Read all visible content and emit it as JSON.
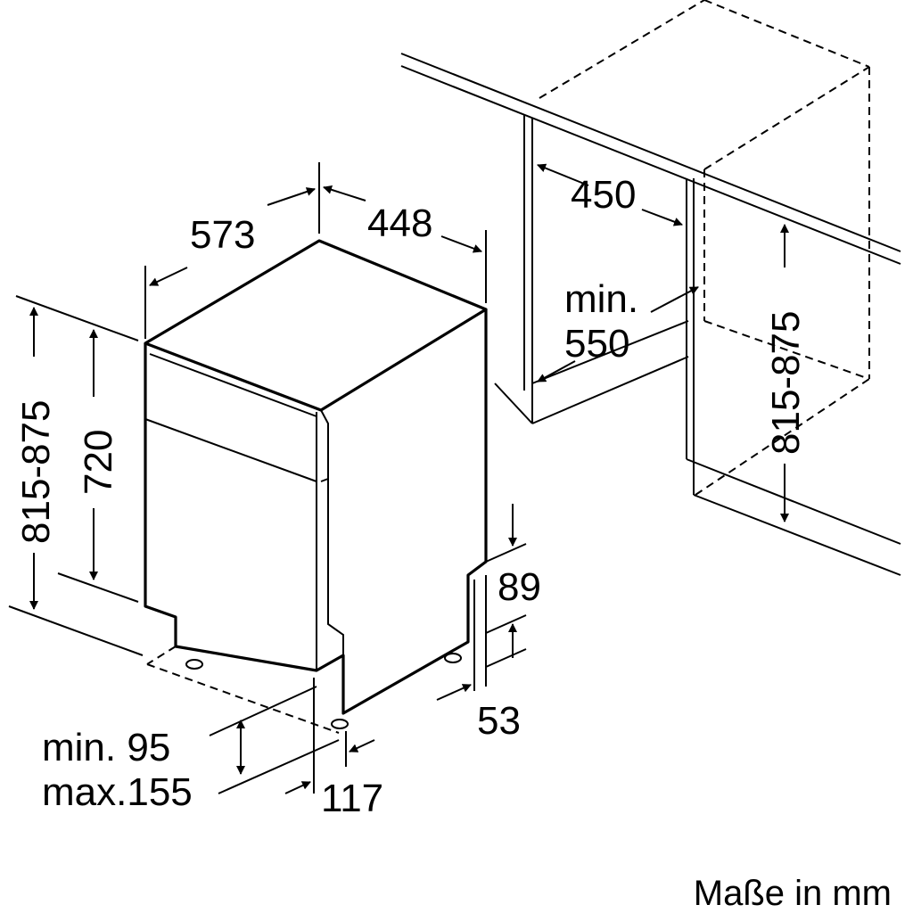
{
  "dimensions": {
    "depth": "573",
    "width": "448",
    "height_total": "815-875",
    "height_body": "720",
    "niche_width": "450",
    "niche_depth_label": "min.",
    "niche_depth": "550",
    "niche_height": "815-875",
    "plinth_height": "89",
    "foot_offset": "53",
    "plinth_min": "min. 95",
    "plinth_max": "max.155",
    "foot_depth": "117"
  },
  "caption": "Maße in mm",
  "colors": {
    "line": "#000000",
    "background": "#ffffff"
  }
}
